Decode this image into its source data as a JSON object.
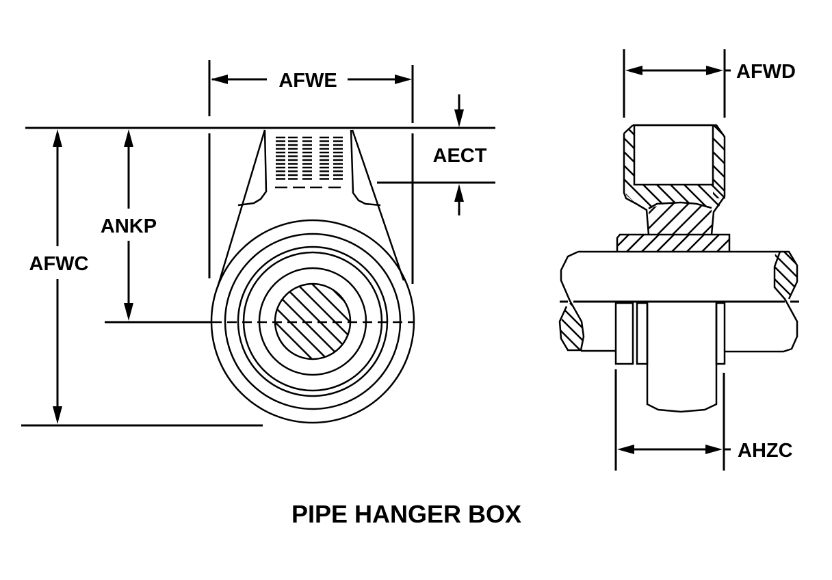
{
  "title": "PIPE HANGER BOX",
  "dimensions": {
    "afwe": "AFWE",
    "aect": "AECT",
    "ankp": "ANKP",
    "afwc": "AFWC",
    "afwd": "AFWD",
    "ahzc": "AHZC"
  },
  "colors": {
    "line": "#000000",
    "background": "#ffffff"
  }
}
